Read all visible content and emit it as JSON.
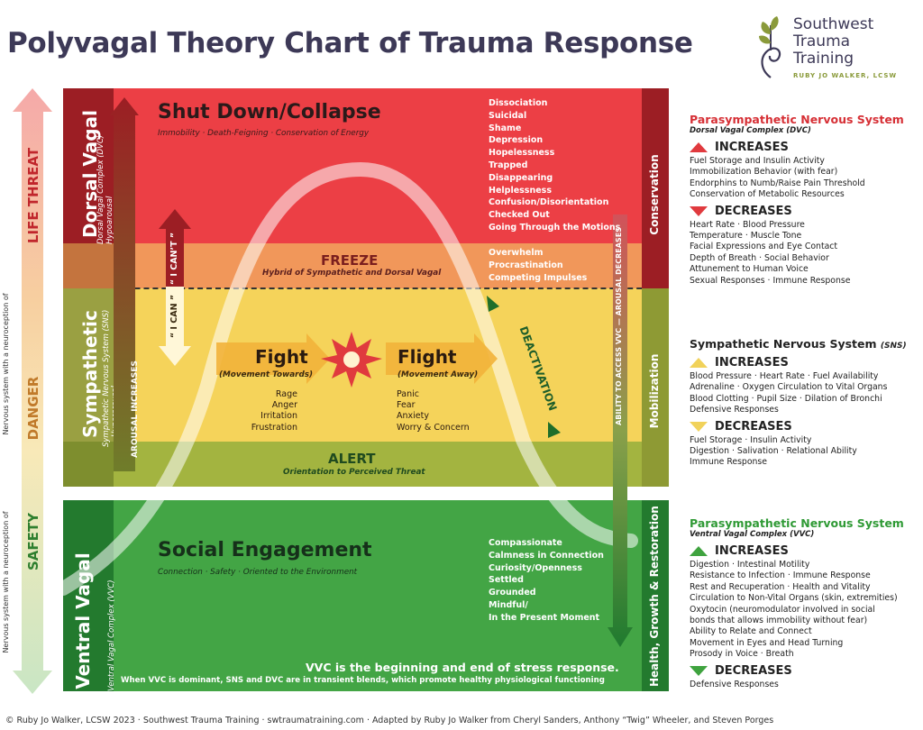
{
  "title": "Polyvagal Theory Chart of Trauma Response",
  "brand": {
    "line1": "Southwest",
    "line2": "Trauma",
    "line3": "Training",
    "sub": "RUBY JO WALKER, LCSW"
  },
  "left_axis": {
    "life_threat": "LIFE THREAT",
    "danger": "DANGER",
    "safety": "SAFETY",
    "neuroception_upper": "Nervous system with a neuroception of",
    "neuroception_lower": "Nervous system with a neuroception of"
  },
  "dorsal": {
    "label": "Dorsal Vagal",
    "sub1": "Dorsal Vagal Complex (DVC)",
    "sub2": "Hypoarousal"
  },
  "sympathetic": {
    "label": "Sympathetic",
    "sub1": "Sympathetic Nervous System (SNS)",
    "sub2": "Hyperarousal"
  },
  "ventral": {
    "label": "Ventral Vagal",
    "sub1": "Ventral Vagal Complex (VVC)"
  },
  "shutdown": {
    "title": "Shut Down/Collapse",
    "subtitle": "Immobility  ·  Death-Feigning  ·  Conservation of Energy",
    "items": [
      "Dissociation",
      "Suicidal",
      "Shame",
      "Depression",
      "Hopelessness",
      "Trapped",
      "Disappearing",
      "Helplessness",
      "Confusion/Disorientation",
      "Checked Out",
      "Going Through the Motions"
    ]
  },
  "freeze": {
    "title": "FREEZE",
    "subtitle": "Hybrid of Sympathetic and Dorsal Vagal",
    "items": [
      "Overwhelm",
      "Procrastination",
      "Competing Impulses"
    ]
  },
  "fight": {
    "title": "Fight",
    "subtitle": "(Movement Towards)",
    "items": [
      "Rage",
      "Anger",
      "Irritation",
      "Frustration"
    ]
  },
  "flight": {
    "title": "Flight",
    "subtitle": "(Movement Away)",
    "items": [
      "Panic",
      "Fear",
      "Anxiety",
      "Worry & Concern"
    ]
  },
  "alert": {
    "title": "ALERT",
    "subtitle": "Orientation to Perceived Threat"
  },
  "social": {
    "title": "Social Engagement",
    "subtitle": "Connection  ·  Safety  ·  Oriented to the Environment",
    "items": [
      "Compassionate",
      "Calmness in Connection",
      "Curiosity/Openness",
      "Settled",
      "Grounded",
      "Mindful/",
      "In the Present Moment"
    ],
    "note_bold": "VVC is the beginning and end of stress response.",
    "note": "When VVC is dominant, SNS and DVC are in transient blends, which promote healthy physiological functioning"
  },
  "arrows": {
    "arousal_increases": "AROUSAL INCREASES",
    "i_can": "“ I CAN ”",
    "i_cant": "“ I CAN’T ”",
    "deactivation": "DEACTIVATION",
    "ability": "ABILITY TO ACCESS VVC — AROUSAL DECREASES"
  },
  "right_column": {
    "conservation": "Conservation",
    "mobilization": "Mobilization",
    "health": "Health, Growth & Restoration"
  },
  "panel_dvc": {
    "title": "Parasympathetic Nervous System",
    "sub": "Dorsal Vagal Complex (DVC)",
    "increases_label": "INCREASES",
    "increases": [
      "Fuel Storage and Insulin Activity",
      "Immobilization Behavior (with fear)",
      "Endorphins to Numb/Raise Pain Threshold",
      "Conservation of Metabolic Resources"
    ],
    "decreases_label": "DECREASES",
    "decreases": [
      "Heart Rate · Blood Pressure",
      "Temperature · Muscle Tone",
      "Facial Expressions and Eye Contact",
      "Depth of Breath · Social Behavior",
      "Attunement to Human Voice",
      "Sexual Responses · Immune Response"
    ]
  },
  "panel_sns": {
    "title": "Sympathetic Nervous System",
    "title_suffix": "(SNS)",
    "increases_label": "INCREASES",
    "increases": [
      "Blood Pressure · Heart Rate · Fuel Availability",
      "Adrenaline · Oxygen Circulation to Vital Organs",
      "Blood Clotting · Pupil Size · Dilation of Bronchi",
      "Defensive Responses"
    ],
    "decreases_label": "DECREASES",
    "decreases": [
      "Fuel Storage · Insulin Activity",
      "Digestion · Salivation · Relational Ability",
      "Immune Response"
    ]
  },
  "panel_vvc": {
    "title": "Parasympathetic Nervous System",
    "sub": "Ventral Vagal Complex (VVC)",
    "increases_label": "INCREASES",
    "increases": [
      "Digestion · Intestinal Motility",
      "Resistance to Infection · Immune Response",
      "Rest and Recuperation · Health and Vitality",
      "Circulation to Non-Vital Organs (skin, extremities)",
      "Oxytocin (neuromodulator involved in social",
      "bonds that allows immobility without fear)",
      "Ability to Relate and Connect",
      "Movement in Eyes and Head Turning",
      "Prosody in Voice · Breath"
    ],
    "decreases_label": "DECREASES",
    "decreases": [
      "Defensive Responses"
    ]
  },
  "footer": "© Ruby Jo Walker, LCSW 2023  ·  Southwest Trauma Training  ·  swtraumatraining.com  ·  Adapted by Ruby Jo Walker from Cheryl Sanders, Anthony “Twig” Wheeler, and Steven Porges",
  "colors": {
    "red": "#ec3f45",
    "dark_red": "#9c1e24",
    "orange": "#f1975a",
    "yellow": "#f5d35a",
    "olive": "#9aa83a",
    "dark_olive": "#6b7a2a",
    "green": "#3fa33f",
    "dark_green": "#1f7a2f",
    "title_purple": "#3d3957"
  }
}
